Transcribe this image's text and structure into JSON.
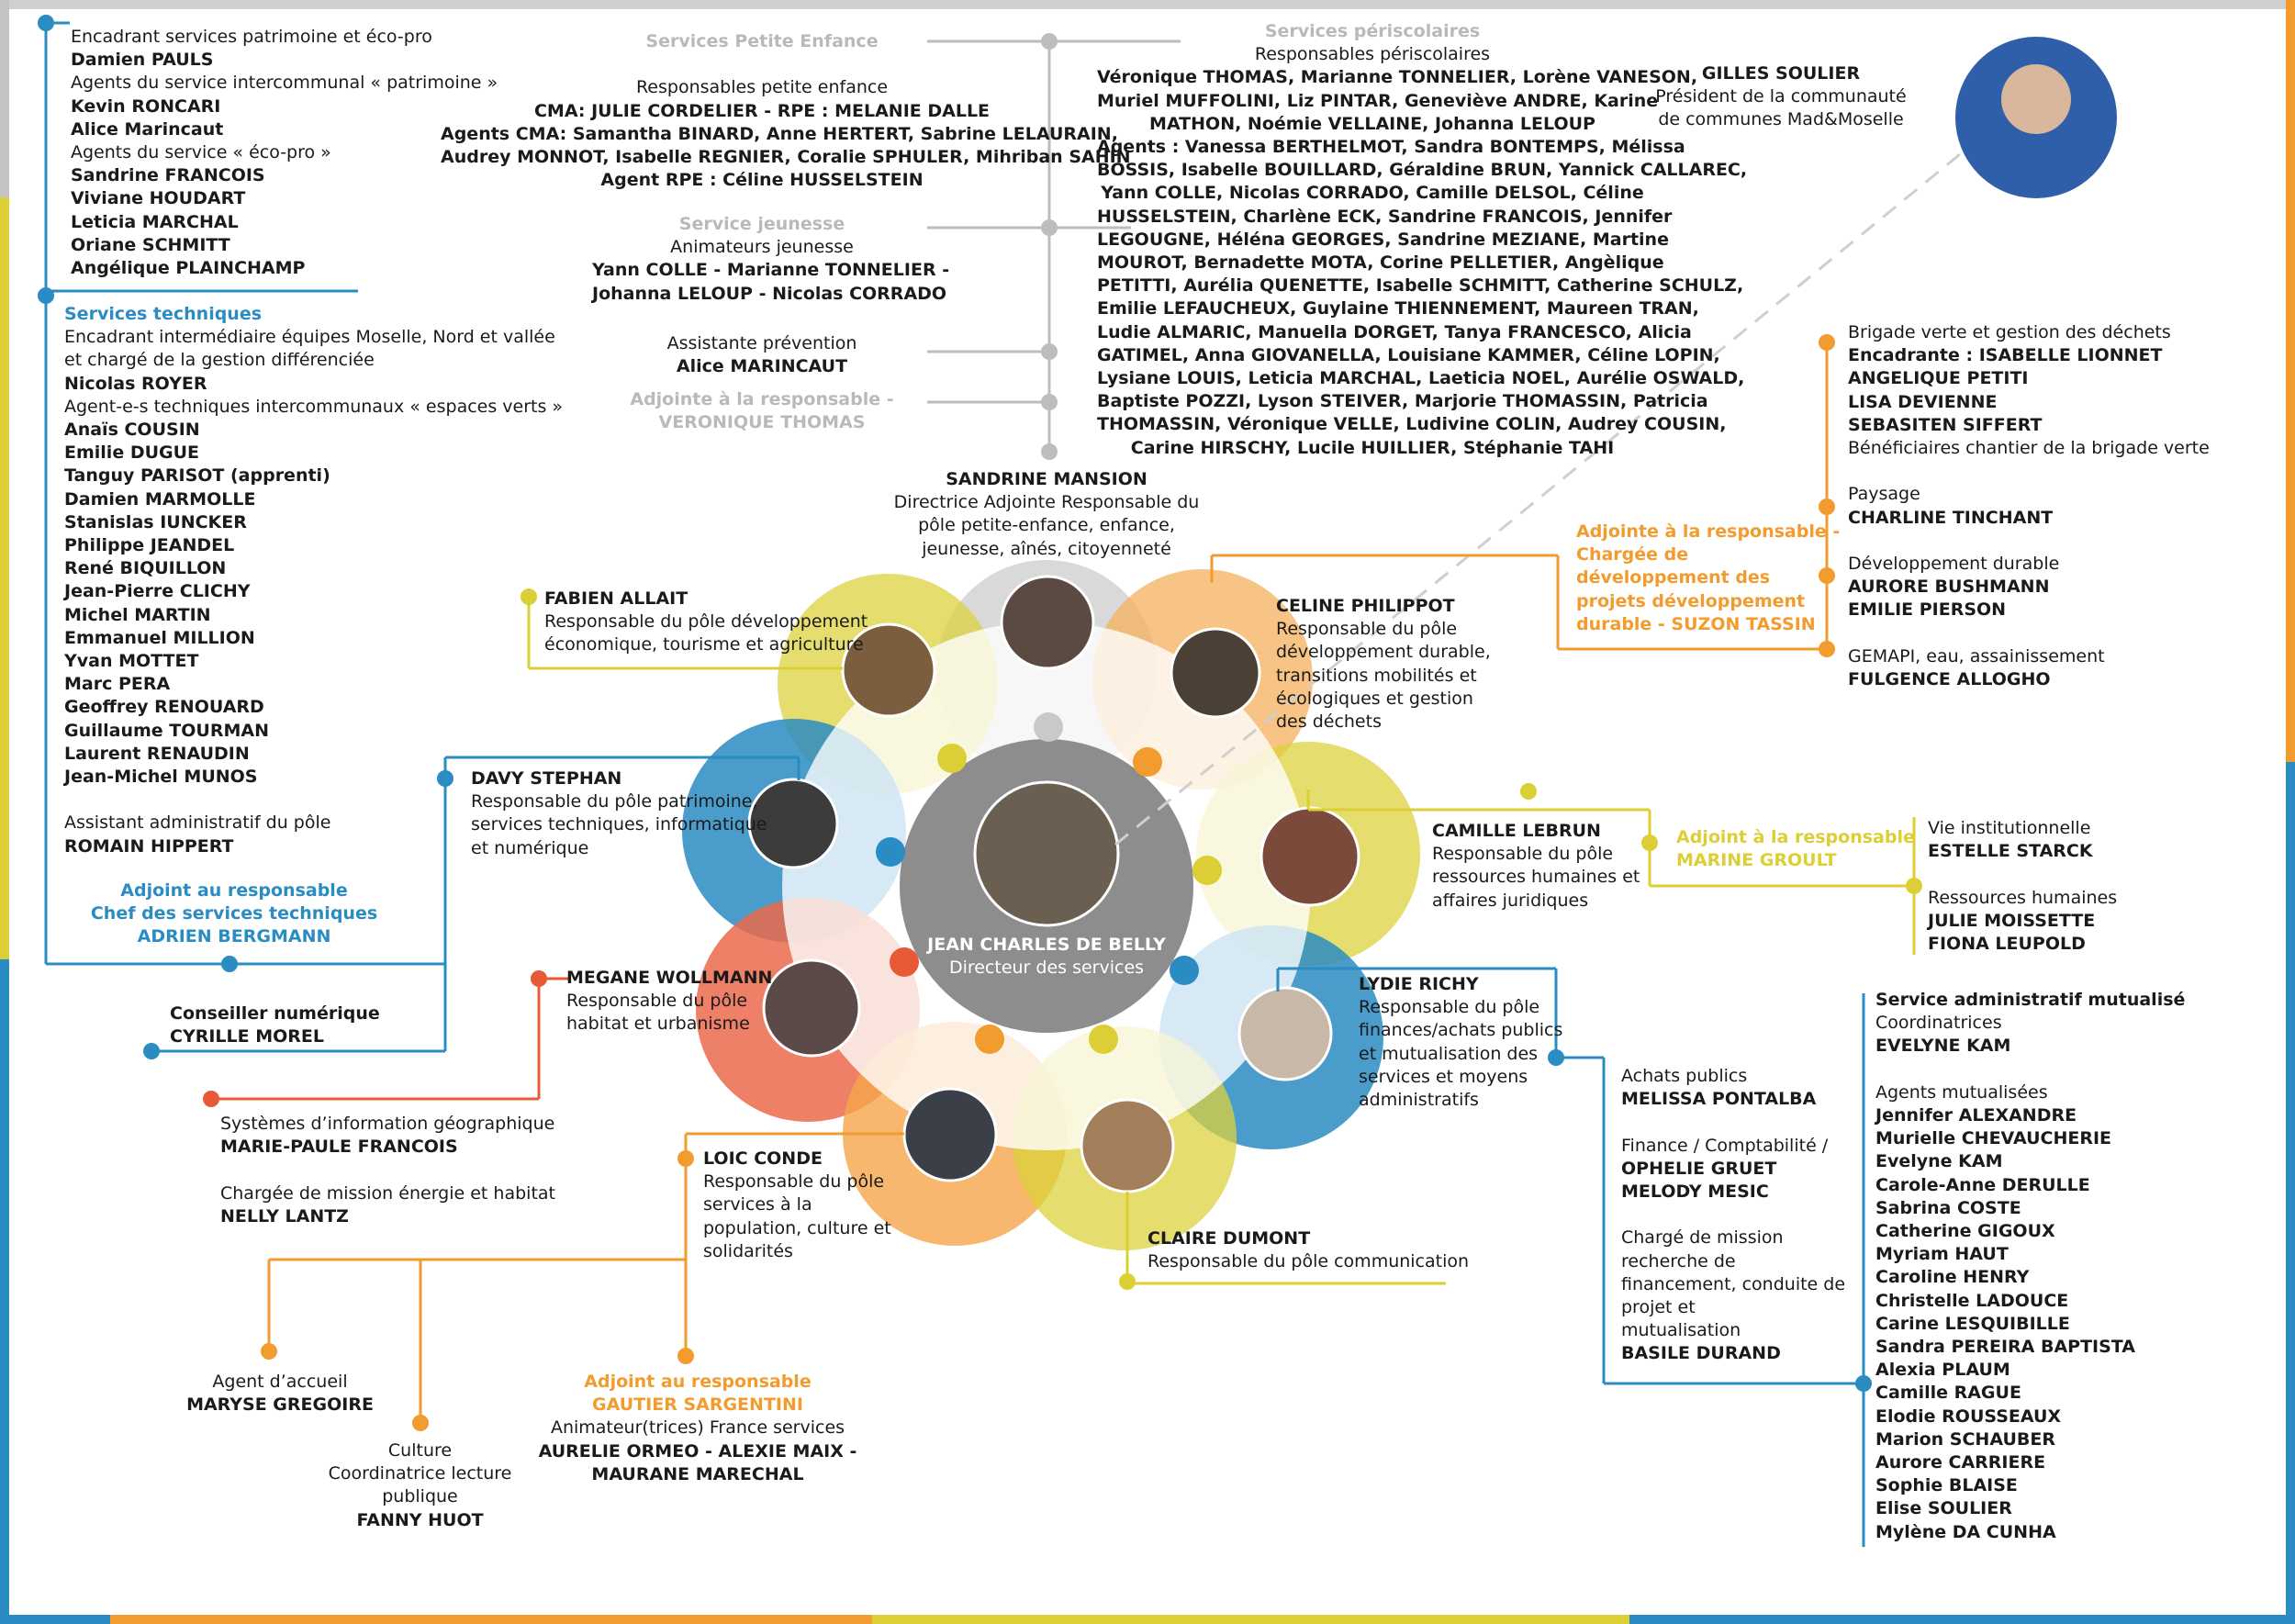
{
  "colors": {
    "blue": "#2a8cc2",
    "orange": "#f29b2e",
    "yellow": "#dccf35",
    "red": "#e85a36",
    "grey": "#b9b9b9",
    "dark_grey": "#8e8d8d"
  },
  "patrimoine_block": [
    {
      "t": "Encadrant services patrimoine et éco-pro",
      "s": "n"
    },
    {
      "t": "Damien PAULS",
      "s": "b"
    },
    {
      "t": "Agents du service intercommunal « patrimoine »",
      "s": "n"
    },
    {
      "t": "Kevin RONCARI",
      "s": "b"
    },
    {
      "t": "Alice Marincaut",
      "s": "b"
    },
    {
      "t": "Agents du service « éco-pro »",
      "s": "n"
    },
    {
      "t": "Sandrine FRANCOIS",
      "s": "b"
    },
    {
      "t": "Viviane HOUDART",
      "s": "b"
    },
    {
      "t": "Leticia MARCHAL",
      "s": "b"
    },
    {
      "t": "Oriane SCHMITT",
      "s": "b"
    },
    {
      "t": "Angélique PLAINCHAMP",
      "s": "b"
    }
  ],
  "techniques_block": [
    {
      "t": "Services techniques",
      "s": "blue"
    },
    {
      "t": "Encadrant intermédiaire équipes Moselle, Nord et vallée",
      "s": "n"
    },
    {
      "t": "et chargé de la gestion différenciée",
      "s": "n"
    },
    {
      "t": "Nicolas ROYER",
      "s": "b"
    },
    {
      "t": "Agent-e-s techniques intercommunaux « espaces verts »",
      "s": "n"
    },
    {
      "t": "Anaïs COUSIN",
      "s": "b"
    },
    {
      "t": "Emilie DUGUE",
      "s": "b"
    },
    {
      "t": "Tanguy PARISOT (apprenti)",
      "s": "b"
    },
    {
      "t": "Damien MARMOLLE",
      "s": "b"
    },
    {
      "t": "Stanislas IUNCKER",
      "s": "b"
    },
    {
      "t": "Philippe JEANDEL",
      "s": "b"
    },
    {
      "t": "René BIQUILLON",
      "s": "b"
    },
    {
      "t": "Jean-Pierre CLICHY",
      "s": "b"
    },
    {
      "t": "Michel MARTIN",
      "s": "b"
    },
    {
      "t": "Emmanuel MILLION",
      "s": "b"
    },
    {
      "t": "Yvan MOTTET",
      "s": "b"
    },
    {
      "t": " Marc PERA",
      "s": "b"
    },
    {
      "t": "Geoffrey RENOUARD",
      "s": "b"
    },
    {
      "t": "Guillaume TOURMAN",
      "s": "b"
    },
    {
      "t": "Laurent RENAUDIN",
      "s": "b"
    },
    {
      "t": "Jean-Michel MUNOS",
      "s": "b"
    },
    {
      "t": "",
      "s": "n"
    },
    {
      "t": "Assistant administratif du pôle",
      "s": "n"
    },
    {
      "t": "ROMAIN HIPPERT",
      "s": "b"
    }
  ],
  "adjoint_techniques": [
    {
      "t": "Adjoint au responsable",
      "s": "blue"
    },
    {
      "t": "Chef des services techniques",
      "s": "blue"
    },
    {
      "t": "ADRIEN BERGMANN",
      "s": "blue"
    }
  ],
  "conseiller_numerique": [
    {
      "t": "Conseiller numérique",
      "s": "b"
    },
    {
      "t": "CYRILLE MOREL",
      "s": "b"
    }
  ],
  "petite_enfance": [
    {
      "t": "Services Petite Enfance",
      "s": "grey"
    },
    {
      "t": "",
      "s": "n"
    },
    {
      "t": "Responsables petite enfance",
      "s": "n"
    },
    {
      "t": "CMA: JULIE CORDELIER - RPE : MELANIE DALLE",
      "s": "b"
    },
    {
      "t": "Agents CMA: Samantha BINARD, Anne HERTERT, Sabrine LELAURAIN,",
      "s": "b"
    },
    {
      "t": "Audrey MONNOT, Isabelle REGNIER, Coralie SPHULER, Mihriban SAHIN",
      "s": "b"
    },
    {
      "t": "Agent RPE : Céline HUSSELSTEIN",
      "s": "b"
    }
  ],
  "jeunesse": [
    {
      "t": "Service jeunesse",
      "s": "grey"
    },
    {
      "t": "Animateurs jeunesse",
      "s": "n"
    },
    {
      "t": "Yann COLLE - Marianne TONNELIER -",
      "s": "b"
    },
    {
      "t": "Johanna LELOUP - Nicolas CORRADO",
      "s": "b"
    }
  ],
  "prevention": [
    {
      "t": "Assistante prévention",
      "s": "n"
    },
    {
      "t": "Alice MARINCAUT",
      "s": "b"
    }
  ],
  "adjointe_sandrine": [
    {
      "t": "Adjointe à la responsable -",
      "s": "grey"
    },
    {
      "t": "VERONIQUE THOMAS",
      "s": "grey"
    }
  ],
  "periscolaires": [
    {
      "t": "Services périscolaires",
      "s": "grey"
    },
    {
      "t": "Responsables périscolaires",
      "s": "n"
    },
    {
      "t": "Véronique THOMAS, Marianne TONNELIER, Lorène VANESON,",
      "s": "b"
    },
    {
      "t": "Muriel MUFFOLINI, Liz PINTAR, Geneviève ANDRE, Karine",
      "s": "b"
    },
    {
      "t": "MATHON, Noémie VELLAINE, Johanna LELOUP",
      "s": "b"
    },
    {
      "t": "Agents : Vanessa BERTHELMOT,  Sandra BONTEMPS, Mélissa",
      "s": "mix"
    },
    {
      "t": "BOSSIS, Isabelle BOUILLARD, Géraldine BRUN, Yannick CALLAREC,",
      "s": "b"
    },
    {
      "t": "Yann COLLE, Nicolas CORRADO, Camille DELSOL, Céline",
      "s": "b"
    },
    {
      "t": "HUSSELSTEIN, Charlène ECK, Sandrine FRANCOIS, Jennifer",
      "s": "b"
    },
    {
      "t": "LEGOUGNE, Héléna GEORGES, Sandrine MEZIANE, Martine",
      "s": "b"
    },
    {
      "t": "MOUROT, Bernadette MOTA, Corine PELLETIER, Angèlique",
      "s": "b"
    },
    {
      "t": "PETITTI, Aurélia QUENETTE, Isabelle SCHMITT, Catherine SCHULZ,",
      "s": "b"
    },
    {
      "t": "Emilie LEFAUCHEUX, Guylaine THIENNEMENT, Maureen TRAN,",
      "s": "b"
    },
    {
      "t": "Ludie ALMARIC, Manuella DORGET, Tanya FRANCESCO, Alicia",
      "s": "b"
    },
    {
      "t": "GATIMEL, Anna GIOVANELLA, Louisiane KAMMER, Céline LOPIN,",
      "s": "b"
    },
    {
      "t": "Lysiane LOUIS, Leticia MARCHAL, Laeticia NOEL, Aurélie OSWALD,",
      "s": "b"
    },
    {
      "t": "Baptiste POZZI, Lyson STEIVER, Marjorie THOMASSIN, Patricia",
      "s": "b"
    },
    {
      "t": "THOMASSIN, Véronique VELLE, Ludivine COLIN, Audrey COUSIN,",
      "s": "b"
    },
    {
      "t": "Carine HIRSCHY, Lucile HUILLIER, Stéphanie TAHI",
      "s": "b"
    }
  ],
  "president": [
    {
      "t": "GILLES SOULIER",
      "s": "b"
    },
    {
      "t": "Président de la communauté",
      "s": "n"
    },
    {
      "t": "de communes Mad&Moselle",
      "s": "n"
    }
  ],
  "brigade": [
    {
      "t": "Brigade verte et gestion des déchets",
      "s": "n"
    },
    {
      "t": "Encadrante : ISABELLE LIONNET",
      "s": "mix2"
    },
    {
      "t": "ANGELIQUE PETITI",
      "s": "b"
    },
    {
      "t": "LISA DEVIENNE",
      "s": "b"
    },
    {
      "t": "SEBASITEN SIFFERT",
      "s": "b"
    },
    {
      "t": "Bénéficiaires chantier de la brigade verte",
      "s": "n"
    },
    {
      "t": "",
      "s": "n"
    },
    {
      "t": "Paysage",
      "s": "n"
    },
    {
      "t": "CHARLINE TINCHANT",
      "s": "b"
    },
    {
      "t": "",
      "s": "n"
    },
    {
      "t": "Développement durable",
      "s": "n"
    },
    {
      "t": "AURORE BUSHMANN",
      "s": "b"
    },
    {
      "t": "EMILIE PIERSON",
      "s": "b"
    },
    {
      "t": "",
      "s": "n"
    },
    {
      "t": "GEMAPI, eau, assainissement",
      "s": "n"
    },
    {
      "t": "FULGENCE ALLOGHO",
      "s": "b"
    }
  ],
  "adjointe_celine": [
    {
      "t": "Adjointe à la responsable -",
      "s": "orange"
    },
    {
      "t": "Chargée de",
      "s": "orange"
    },
    {
      "t": "développement des",
      "s": "orange"
    },
    {
      "t": "projets développement",
      "s": "orange"
    },
    {
      "t": "durable - SUZON TASSIN",
      "s": "orange"
    }
  ],
  "sandrine": [
    {
      "t": "SANDRINE MANSION",
      "s": "b"
    },
    {
      "t": "Directrice Adjointe Responsable du",
      "s": "n"
    },
    {
      "t": "pôle petite-enfance, enfance,",
      "s": "n"
    },
    {
      "t": "jeunesse, aînés, citoyenneté",
      "s": "n"
    }
  ],
  "fabien": [
    {
      "t": "FABIEN ALLAIT",
      "s": "b"
    },
    {
      "t": "Responsable du pôle développement",
      "s": "n"
    },
    {
      "t": "économique, tourisme et agriculture",
      "s": "n"
    }
  ],
  "celine": [
    {
      "t": "CELINE PHILIPPOT",
      "s": "b"
    },
    {
      "t": "Responsable du pôle",
      "s": "n"
    },
    {
      "t": "développement durable,",
      "s": "n"
    },
    {
      "t": "transitions mobilités et",
      "s": "n"
    },
    {
      "t": "écologiques et gestion",
      "s": "n"
    },
    {
      "t": "des déchets",
      "s": "n"
    }
  ],
  "davy": [
    {
      "t": "DAVY STEPHAN",
      "s": "b"
    },
    {
      "t": "Responsable du pôle patrimoine,",
      "s": "n"
    },
    {
      "t": "services techniques, informatique",
      "s": "n"
    },
    {
      "t": "et numérique",
      "s": "n"
    }
  ],
  "camille": [
    {
      "t": "CAMILLE LEBRUN",
      "s": "b"
    },
    {
      "t": "Responsable du pôle",
      "s": "n"
    },
    {
      "t": "ressources humaines et",
      "s": "n"
    },
    {
      "t": "affaires juridiques",
      "s": "n"
    }
  ],
  "adjoint_camille": [
    {
      "t": "Adjoint à la responsable",
      "s": "yellow"
    },
    {
      "t": "MARINE GROULT",
      "s": "yellow"
    }
  ],
  "vie_inst": [
    {
      "t": "Vie institutionnelle",
      "s": "n"
    },
    {
      "t": "ESTELLE STARCK",
      "s": "b"
    },
    {
      "t": "",
      "s": "n"
    },
    {
      "t": "Ressources humaines",
      "s": "n"
    },
    {
      "t": "JULIE MOISSETTE",
      "s": "b"
    },
    {
      "t": "FIONA LEUPOLD",
      "s": "b"
    }
  ],
  "megane": [
    {
      "t": "MEGANE WOLLMANN",
      "s": "b"
    },
    {
      "t": "Responsable du pôle",
      "s": "n"
    },
    {
      "t": "habitat et urbanisme",
      "s": "n"
    }
  ],
  "lydie": [
    {
      "t": "LYDIE RICHY",
      "s": "b"
    },
    {
      "t": "Responsable du pôle",
      "s": "n"
    },
    {
      "t": "finances/achats publics",
      "s": "n"
    },
    {
      "t": "et mutualisation des",
      "s": "n"
    },
    {
      "t": "services et moyens",
      "s": "n"
    },
    {
      "t": "administratifs",
      "s": "n"
    }
  ],
  "director": [
    {
      "t": "JEAN CHARLES DE BELLY",
      "s": "b"
    },
    {
      "t": "Directeur des services",
      "s": "n"
    }
  ],
  "sig": [
    {
      "t": "Systèmes d’information géographique",
      "s": "n"
    },
    {
      "t": "MARIE-PAULE FRANCOIS",
      "s": "b"
    },
    {
      "t": "",
      "s": "n"
    },
    {
      "t": "Chargée de mission énergie et habitat",
      "s": "n"
    },
    {
      "t": "NELLY LANTZ",
      "s": "b"
    }
  ],
  "achats": [
    {
      "t": "Achats publics",
      "s": "n"
    },
    {
      "t": "MELISSA PONTALBA",
      "s": "b"
    },
    {
      "t": "",
      "s": "n"
    },
    {
      "t": "Finance / Comptabilité /",
      "s": "n"
    },
    {
      "t": "OPHELIE GRUET",
      "s": "b"
    },
    {
      "t": "MELODY MESIC",
      "s": "b"
    },
    {
      "t": "",
      "s": "n"
    },
    {
      "t": "Chargé de mission",
      "s": "n"
    },
    {
      "t": "recherche de",
      "s": "n"
    },
    {
      "t": "financement, conduite de",
      "s": "n"
    },
    {
      "t": "projet et",
      "s": "n"
    },
    {
      "t": "mutualisation",
      "s": "n"
    },
    {
      "t": "BASILE DURAND",
      "s": "b"
    }
  ],
  "mutualise": [
    {
      "t": "Service administratif mutualisé",
      "s": "b"
    },
    {
      "t": "Coordinatrices",
      "s": "n"
    },
    {
      "t": "EVELYNE KAM",
      "s": "b"
    },
    {
      "t": "",
      "s": "n"
    },
    {
      "t": "Agents mutualisées",
      "s": "n"
    },
    {
      "t": "Jennifer ALEXANDRE",
      "s": "b"
    },
    {
      "t": "Murielle CHEVAUCHERIE",
      "s": "b"
    },
    {
      "t": "Evelyne KAM",
      "s": "b"
    },
    {
      "t": "Carole-Anne DERULLE",
      "s": "b"
    },
    {
      "t": "Sabrina COSTE",
      "s": "b"
    },
    {
      "t": "Catherine GIGOUX",
      "s": "b"
    },
    {
      "t": "Myriam HAUT",
      "s": "b"
    },
    {
      "t": "Caroline HENRY",
      "s": "b"
    },
    {
      "t": "Christelle LADOUCE",
      "s": "b"
    },
    {
      "t": "Carine LESQUIBILLE",
      "s": "b"
    },
    {
      "t": "Sandra PEREIRA BAPTISTA",
      "s": "b"
    },
    {
      "t": "Alexia PLAUM",
      "s": "b"
    },
    {
      "t": "Camille RAGUE",
      "s": "b"
    },
    {
      "t": "Elodie ROUSSEAUX",
      "s": "b"
    },
    {
      "t": "Marion SCHAUBER",
      "s": "b"
    },
    {
      "t": "Aurore CARRIERE",
      "s": "b"
    },
    {
      "t": "Sophie BLAISE",
      "s": "b"
    },
    {
      "t": "Elise SOULIER",
      "s": "b"
    },
    {
      "t": "Mylène DA CUNHA",
      "s": "b"
    }
  ],
  "loic": [
    {
      "t": "LOIC CONDE",
      "s": "b"
    },
    {
      "t": "Responsable du pôle",
      "s": "n"
    },
    {
      "t": "services à la",
      "s": "n"
    },
    {
      "t": "population, culture et",
      "s": "n"
    },
    {
      "t": "solidarités",
      "s": "n"
    }
  ],
  "claire": [
    {
      "t": "CLAIRE DUMONT",
      "s": "b"
    },
    {
      "t": "Responsable du pôle communication",
      "s": "n"
    }
  ],
  "accueil": [
    {
      "t": "Agent d’accueil",
      "s": "n"
    },
    {
      "t": "MARYSE GREGOIRE",
      "s": "b"
    }
  ],
  "culture": [
    {
      "t": "Culture",
      "s": "n"
    },
    {
      "t": "Coordinatrice lecture",
      "s": "n"
    },
    {
      "t": "publique",
      "s": "n"
    },
    {
      "t": "FANNY HUOT",
      "s": "b"
    }
  ],
  "adjoint_loic": [
    {
      "t": "Adjoint au responsable",
      "s": "orange"
    },
    {
      "t": "GAUTIER SARGENTINI",
      "s": "orange"
    },
    {
      "t": "Animateur(trices) France services",
      "s": "n"
    },
    {
      "t": "AURELIE ORMEO - ALEXIE MAIX -",
      "s": "b"
    },
    {
      "t": "MAURANE MARECHAL",
      "s": "b"
    }
  ]
}
